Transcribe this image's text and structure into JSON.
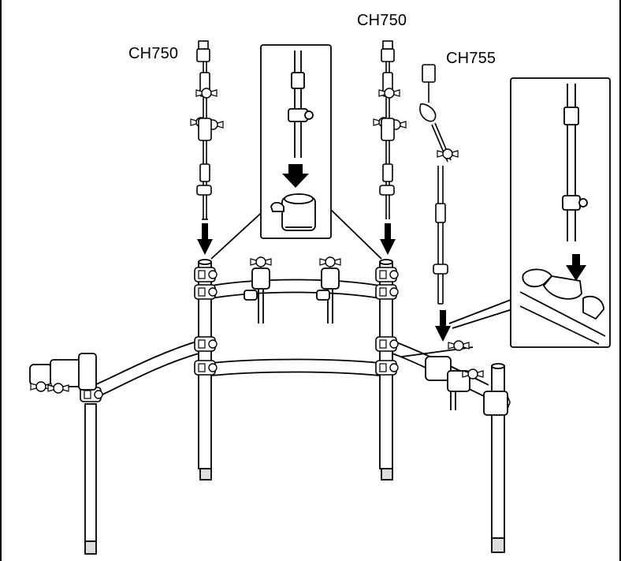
{
  "labels": {
    "left_arm": "CH750",
    "center_arm": "CH750",
    "right_arm": "CH755"
  },
  "colors": {
    "line": "#000000",
    "fill": "#ffffff",
    "shade": "#cfcfcf"
  }
}
